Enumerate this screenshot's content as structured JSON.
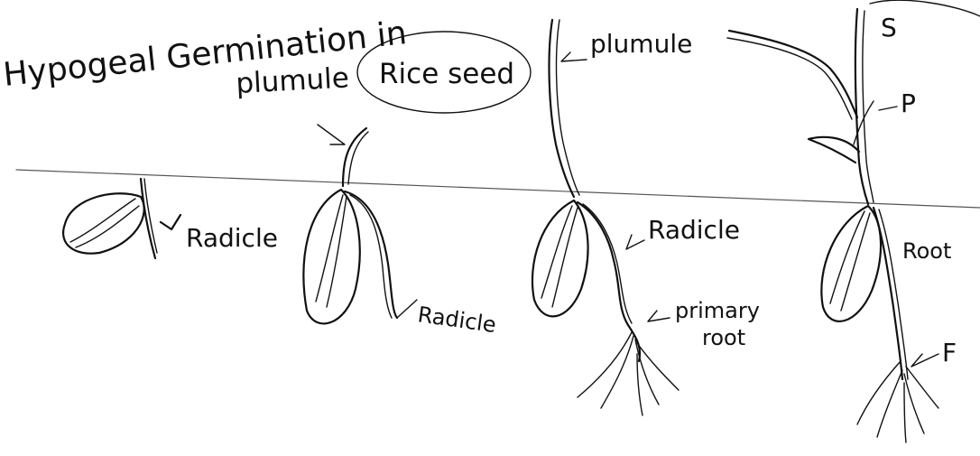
{
  "title_line1": "Hypogeal Germination in",
  "title_line2_prefix": "plumule",
  "title_line2_highlight": "Rice seed",
  "labels": {
    "plumule": "plumule",
    "radicle_stage1": "Radicle",
    "radicle_stage2": "Radicle",
    "radicle_stage3": "Radicle",
    "primary_root_1": "primary",
    "primary_root_2": "root",
    "stage4_s": "S",
    "stage4_p": "P",
    "stage4_root": "Root",
    "stage4_f": "F"
  },
  "colors": {
    "ink": "#111111",
    "ground_line": "#555555"
  }
}
